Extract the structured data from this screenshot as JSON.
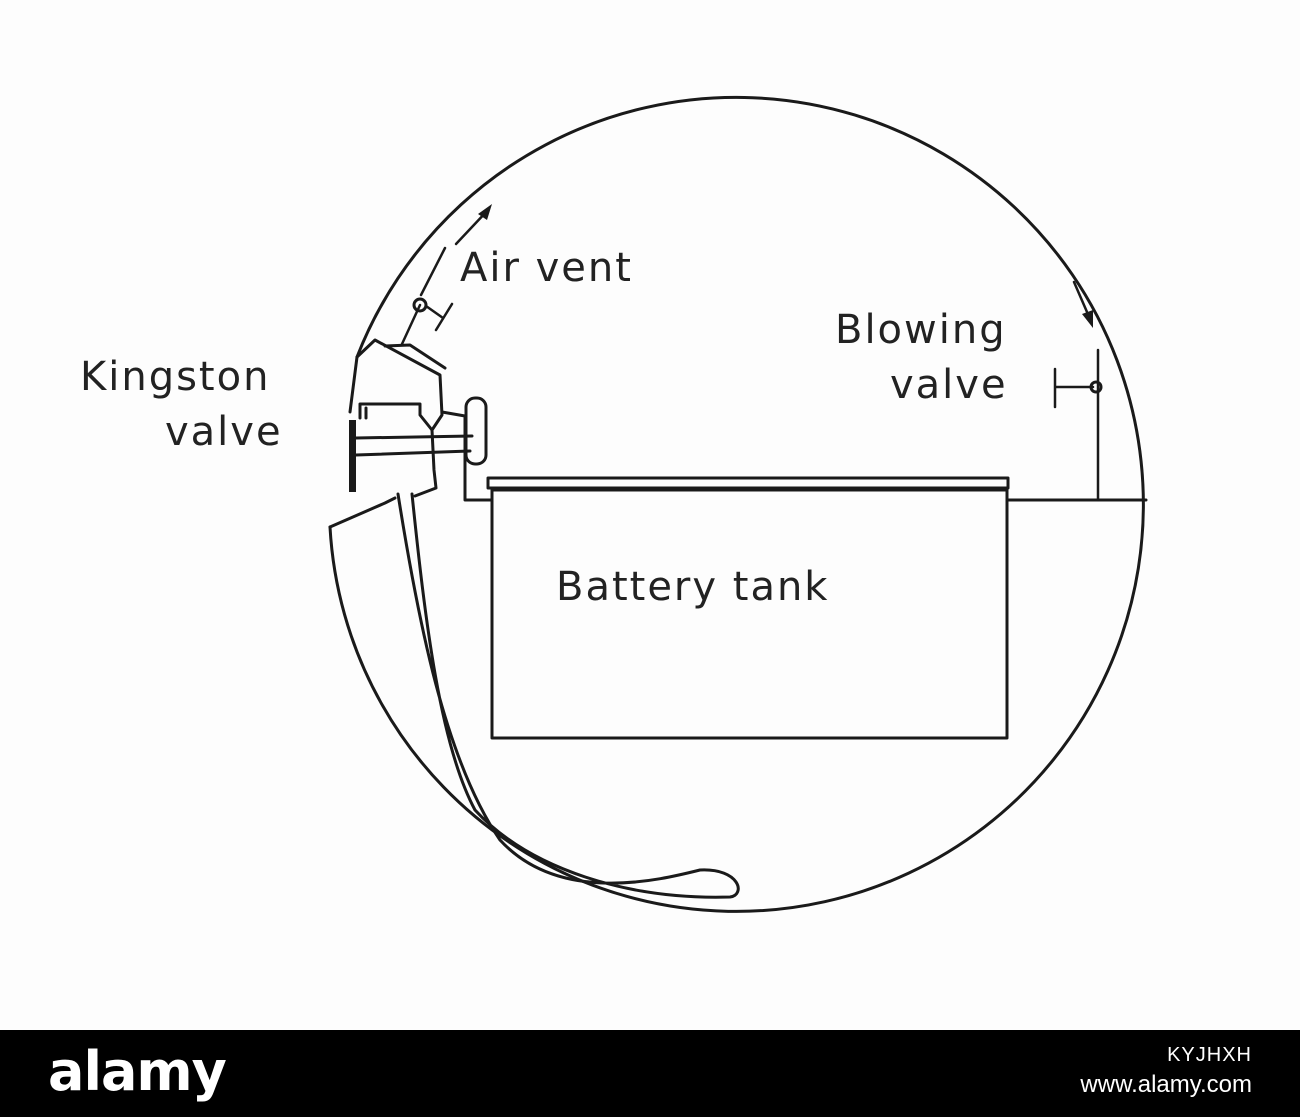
{
  "labels": {
    "kingston_line1": "Kingston",
    "kingston_line2": "valve",
    "air_vent": "Air vent",
    "blowing_line1": "Blowing",
    "blowing_line2": "valve",
    "battery_tank": "Battery tank"
  },
  "footer": {
    "logo": "alamy",
    "image_id": "KYJHXH",
    "url": "www.alamy.com"
  },
  "colors": {
    "ink": "#1a1a1a",
    "background": "#fdfdfd",
    "footer_bg": "#000000",
    "footer_text": "#ffffff"
  }
}
